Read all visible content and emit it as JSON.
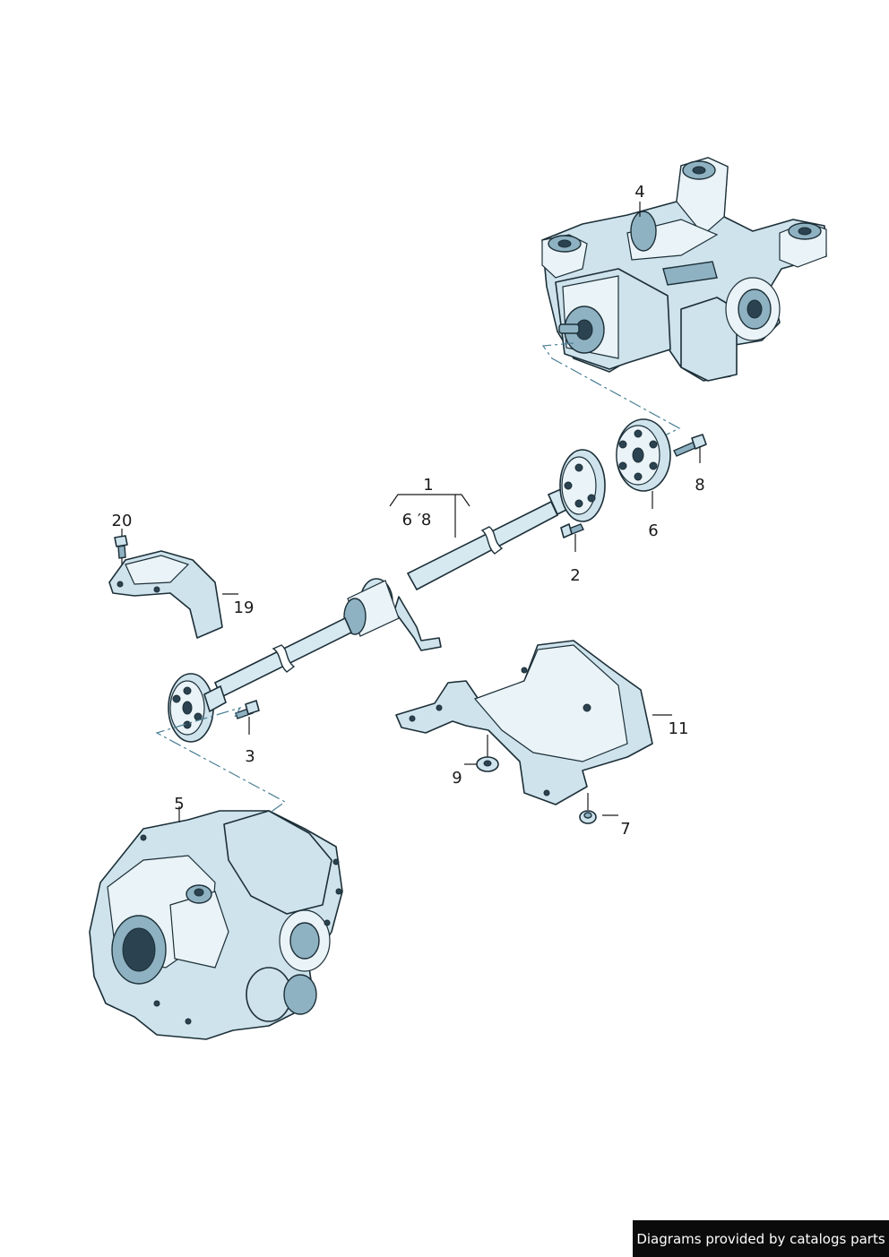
{
  "callouts": {
    "c1": "1",
    "c1_sub": "6 ′8",
    "c2": "2",
    "c3": "3",
    "c4": "4",
    "c5": "5",
    "c6": "6",
    "c7": "7",
    "c8": "8",
    "c9": "9",
    "c11": "11",
    "c19": "19",
    "c20": "20"
  },
  "credit": "Diagrams provided by catalogs parts",
  "colors": {
    "part_fill": "#cfe3ec",
    "outline": "#1c2f38",
    "dash_line": "#4a7f95",
    "credit_bg": "#0b0b0b"
  }
}
